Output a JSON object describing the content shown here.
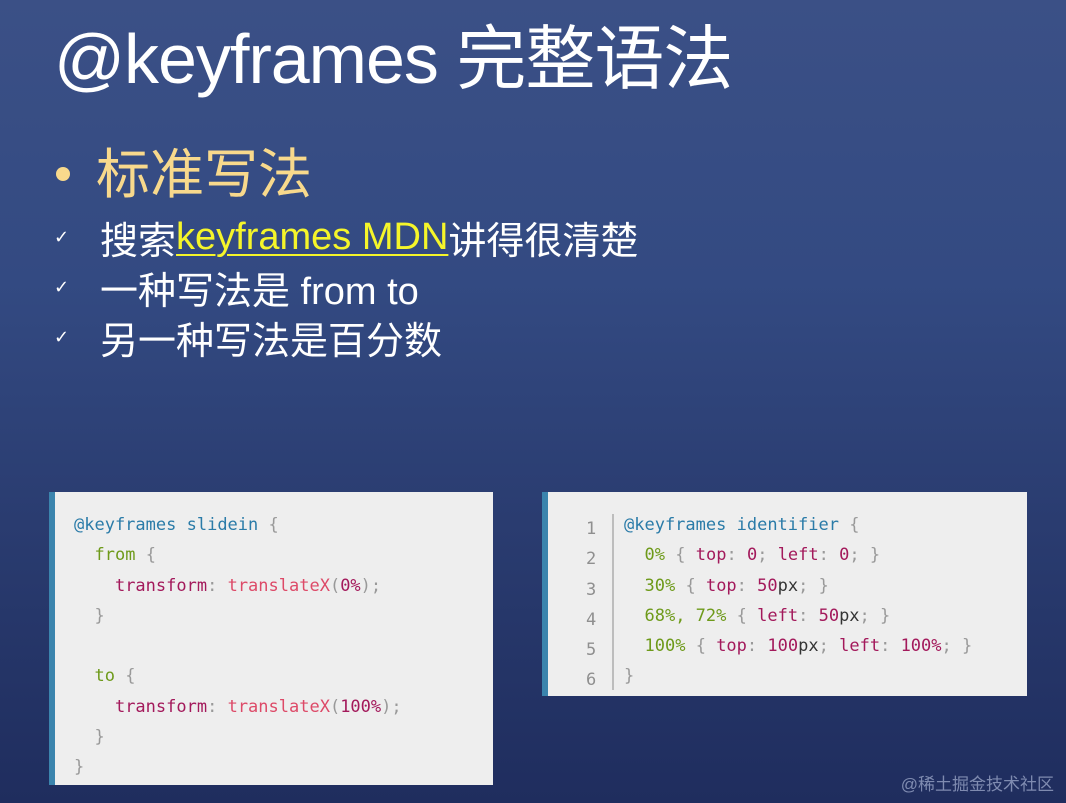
{
  "slide": {
    "title": "@keyframes 完整语法",
    "bullet_heading": "标准写法",
    "checklist": [
      {
        "prefix": "搜索 ",
        "link": "keyframes MDN",
        "suffix": " 讲得很清楚"
      },
      {
        "text": "一种写法是 from to"
      },
      {
        "text": "另一种写法是百分数"
      }
    ],
    "check_icon": "✓"
  },
  "code_card_1": {
    "lines": [
      [
        {
          "c": "t-at",
          "t": "@keyframes"
        },
        {
          "c": "",
          "t": " "
        },
        {
          "c": "t-name",
          "t": "slidein"
        },
        {
          "c": "",
          "t": " "
        },
        {
          "c": "t-punc",
          "t": "{"
        }
      ],
      [
        {
          "c": "",
          "t": "  "
        },
        {
          "c": "t-sel",
          "t": "from"
        },
        {
          "c": "",
          "t": " "
        },
        {
          "c": "t-punc",
          "t": "{"
        }
      ],
      [
        {
          "c": "",
          "t": "    "
        },
        {
          "c": "t-prop",
          "t": "transform"
        },
        {
          "c": "t-punc",
          "t": ":"
        },
        {
          "c": "",
          "t": " "
        },
        {
          "c": "t-fn",
          "t": "translateX"
        },
        {
          "c": "t-punc",
          "t": "("
        },
        {
          "c": "t-num",
          "t": "0%"
        },
        {
          "c": "t-punc",
          "t": ");"
        }
      ],
      [
        {
          "c": "",
          "t": "  "
        },
        {
          "c": "t-punc",
          "t": "}"
        }
      ],
      [
        {
          "c": "",
          "t": ""
        }
      ],
      [
        {
          "c": "",
          "t": "  "
        },
        {
          "c": "t-sel",
          "t": "to"
        },
        {
          "c": "",
          "t": " "
        },
        {
          "c": "t-punc",
          "t": "{"
        }
      ],
      [
        {
          "c": "",
          "t": "    "
        },
        {
          "c": "t-prop",
          "t": "transform"
        },
        {
          "c": "t-punc",
          "t": ":"
        },
        {
          "c": "",
          "t": " "
        },
        {
          "c": "t-fn",
          "t": "translateX"
        },
        {
          "c": "t-punc",
          "t": "("
        },
        {
          "c": "t-num",
          "t": "100%"
        },
        {
          "c": "t-punc",
          "t": ");"
        }
      ],
      [
        {
          "c": "",
          "t": "  "
        },
        {
          "c": "t-punc",
          "t": "}"
        }
      ],
      [
        {
          "c": "t-punc",
          "t": "}"
        }
      ]
    ]
  },
  "code_card_2": {
    "line_numbers": [
      "1",
      "2",
      "3",
      "4",
      "5",
      "6"
    ],
    "lines": [
      [
        {
          "c": "t-at",
          "t": "@keyframes"
        },
        {
          "c": "",
          "t": " "
        },
        {
          "c": "t-name",
          "t": "identifier"
        },
        {
          "c": "",
          "t": " "
        },
        {
          "c": "t-punc",
          "t": "{"
        }
      ],
      [
        {
          "c": "",
          "t": "  "
        },
        {
          "c": "t-sel",
          "t": "0%"
        },
        {
          "c": "",
          "t": " "
        },
        {
          "c": "t-punc",
          "t": "{"
        },
        {
          "c": "",
          "t": " "
        },
        {
          "c": "t-prop",
          "t": "top"
        },
        {
          "c": "t-punc",
          "t": ":"
        },
        {
          "c": "",
          "t": " "
        },
        {
          "c": "t-num",
          "t": "0"
        },
        {
          "c": "t-punc",
          "t": ";"
        },
        {
          "c": "",
          "t": " "
        },
        {
          "c": "t-prop",
          "t": "left"
        },
        {
          "c": "t-punc",
          "t": ":"
        },
        {
          "c": "",
          "t": " "
        },
        {
          "c": "t-num",
          "t": "0"
        },
        {
          "c": "t-punc",
          "t": ";"
        },
        {
          "c": "",
          "t": " "
        },
        {
          "c": "t-punc",
          "t": "}"
        }
      ],
      [
        {
          "c": "",
          "t": "  "
        },
        {
          "c": "t-sel",
          "t": "30%"
        },
        {
          "c": "",
          "t": " "
        },
        {
          "c": "t-punc",
          "t": "{"
        },
        {
          "c": "",
          "t": " "
        },
        {
          "c": "t-prop",
          "t": "top"
        },
        {
          "c": "t-punc",
          "t": ":"
        },
        {
          "c": "",
          "t": " "
        },
        {
          "c": "t-num",
          "t": "50"
        },
        {
          "c": "t-unit",
          "t": "px"
        },
        {
          "c": "t-punc",
          "t": ";"
        },
        {
          "c": "",
          "t": " "
        },
        {
          "c": "t-punc",
          "t": "}"
        }
      ],
      [
        {
          "c": "",
          "t": "  "
        },
        {
          "c": "t-sel",
          "t": "68%, 72%"
        },
        {
          "c": "",
          "t": " "
        },
        {
          "c": "t-punc",
          "t": "{"
        },
        {
          "c": "",
          "t": " "
        },
        {
          "c": "t-prop",
          "t": "left"
        },
        {
          "c": "t-punc",
          "t": ":"
        },
        {
          "c": "",
          "t": " "
        },
        {
          "c": "t-num",
          "t": "50"
        },
        {
          "c": "t-unit",
          "t": "px"
        },
        {
          "c": "t-punc",
          "t": ";"
        },
        {
          "c": "",
          "t": " "
        },
        {
          "c": "t-punc",
          "t": "}"
        }
      ],
      [
        {
          "c": "",
          "t": "  "
        },
        {
          "c": "t-sel",
          "t": "100%"
        },
        {
          "c": "",
          "t": " "
        },
        {
          "c": "t-punc",
          "t": "{"
        },
        {
          "c": "",
          "t": " "
        },
        {
          "c": "t-prop",
          "t": "top"
        },
        {
          "c": "t-punc",
          "t": ":"
        },
        {
          "c": "",
          "t": " "
        },
        {
          "c": "t-num",
          "t": "100"
        },
        {
          "c": "t-unit",
          "t": "px"
        },
        {
          "c": "t-punc",
          "t": ";"
        },
        {
          "c": "",
          "t": " "
        },
        {
          "c": "t-prop",
          "t": "left"
        },
        {
          "c": "t-punc",
          "t": ":"
        },
        {
          "c": "",
          "t": " "
        },
        {
          "c": "t-num",
          "t": "100%"
        },
        {
          "c": "t-punc",
          "t": ";"
        },
        {
          "c": "",
          "t": " "
        },
        {
          "c": "t-punc",
          "t": "}"
        }
      ],
      [
        {
          "c": "t-punc",
          "t": "}"
        }
      ]
    ]
  },
  "watermark": "@稀土掘金技术社区",
  "colors": {
    "bg_top": "#3b5086",
    "bg_bottom": "#1f2d5e",
    "heading": "#f8d98c",
    "link": "#f5f52a",
    "code_bg": "#eeeeee",
    "code_border": "#3b84ad"
  }
}
